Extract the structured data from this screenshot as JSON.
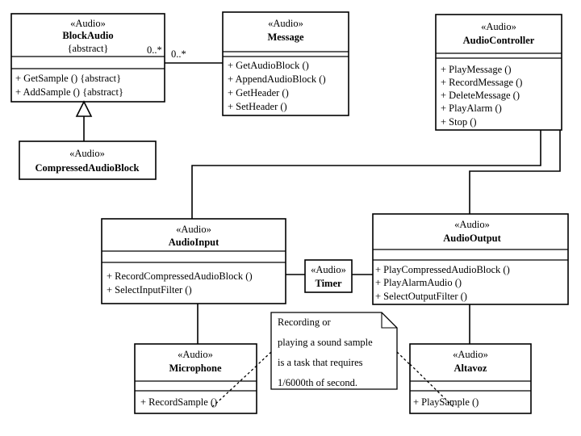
{
  "classes": {
    "block_audio": {
      "stereotype": "«Audio»",
      "name": "BlockAudio",
      "modifier": "{abstract}",
      "methods": [
        "+ GetSample () {abstract}",
        "+ AddSample () {abstract}"
      ]
    },
    "message": {
      "stereotype": "«Audio»",
      "name": "Message",
      "methods": [
        "+ GetAudioBlock ()",
        "+ AppendAudioBlock ()",
        "+ GetHeader ()",
        "+ SetHeader ()"
      ]
    },
    "audio_controller": {
      "stereotype": "«Audio»",
      "name": "AudioController",
      "methods": [
        "+ PlayMessage ()",
        "+ RecordMessage ()",
        "+ DeleteMessage ()",
        "+ PlayAlarm ()",
        "+ Stop ()"
      ]
    },
    "compressed_audio_block": {
      "stereotype": "«Audio»",
      "name": "CompressedAudioBlock"
    },
    "audio_input": {
      "stereotype": "«Audio»",
      "name": "AudioInput",
      "methods": [
        "+ RecordCompressedAudioBlock ()",
        "+ SelectInputFilter ()"
      ]
    },
    "audio_output": {
      "stereotype": "«Audio»",
      "name": "AudioOutput",
      "methods": [
        "+ PlayCompressedAudioBlock ()",
        "+ PlayAlarmAudio ()",
        "+ SelectOutputFilter ()"
      ]
    },
    "timer": {
      "stereotype": "«Audio»",
      "name": "Timer"
    },
    "microphone": {
      "stereotype": "«Audio»",
      "name": "Microphone",
      "methods": [
        "+ RecordSample ()"
      ]
    },
    "altavoz": {
      "stereotype": "«Audio»",
      "name": "Altavoz",
      "methods": [
        "+ PlaySample ()"
      ]
    }
  },
  "multiplicities": {
    "block_audio_end": "0..*",
    "message_end": "0..*"
  },
  "note": {
    "lines": [
      "Recording or",
      "playing a sound sample",
      "is a task that requires",
      "1/6000th of second."
    ]
  }
}
